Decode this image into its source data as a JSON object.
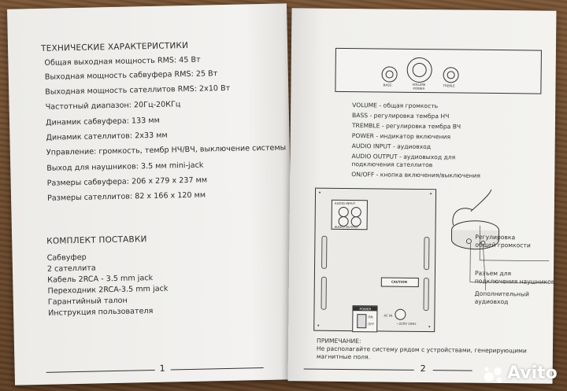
{
  "left": {
    "spec_heading": "ТЕХНИЧЕСКИЕ ХАРАКТЕРИСТИКИ",
    "specs": [
      "Общая выходная мощность RMS: 45 Вт",
      "Выходная мощность сабвуфера RMS: 25 Вт",
      "Выходная мощность сателлитов RMS: 2x10 Вт",
      "Частотный диапазон: 20Гц-20КГц",
      "Динамик сабвуфера: 133 мм",
      "Динамик сателлитов: 2x33 мм",
      "Управление: громкость, тембр НЧ/ВЧ, выключение системы",
      "Выход для наушников: 3.5 мм mini-jack",
      "Размеры сабвуфера: 206 x 279 x 237 мм",
      "Размеры сателлитов: 82 x 166 x 120 мм"
    ],
    "kit_heading": "КОМПЛЕКТ ПОСТАВКИ",
    "kit": [
      "Сабвуфер",
      "2 сателлита",
      "Кабель 2RCA - 3.5 mm jack",
      "Переходник 2RCA-3.5 mm jack",
      "Гарантийный талон",
      "Инструкция пользователя"
    ],
    "page_number": "1"
  },
  "right": {
    "front_labels": {
      "bass": "BASS",
      "volume": "VOLUME",
      "treble": "TREBLE",
      "power": "POWER"
    },
    "legend": [
      "VOLUME - общая громкость",
      "BASS - регулировка тембра НЧ",
      "TREMBLE - регулировка тембра ВЧ",
      "POWER - индикатор включения",
      "AUDIO INPUT - аудиовход",
      "AUDIO OUTPUT - аудиовыход для",
      "подключения сателлитов",
      "ON/OFF - кнопка включения/выключения"
    ],
    "callouts": [
      "Регулировка",
      "общей громкости",
      "Разъем для",
      "подключения наушников",
      "Дополнительный",
      "аудиовход"
    ],
    "panel_labels": {
      "audio_input": "AUDIO INPUT",
      "audio_output": "AUDIO OUTPUT",
      "caution": "CAUTION",
      "power": "POWER",
      "on": "ON",
      "off": "OFF",
      "acin": "AC IN",
      "voltage": "~220V 50Hz"
    },
    "note_heading": "ПРИМЕЧАНИЕ:",
    "note_lines": [
      "Не располагайте систему рядом с устройствами, генерирующими",
      "магнитные поля."
    ],
    "page_number": "2"
  },
  "watermark": "Avito"
}
